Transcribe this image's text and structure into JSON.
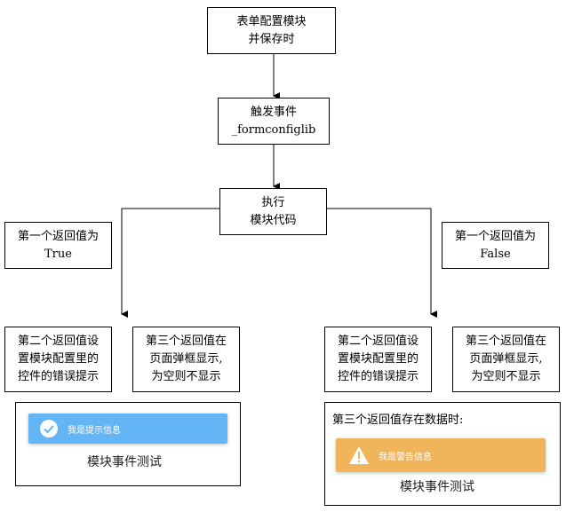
{
  "nodes": {
    "save": {
      "line1": "表单配置模块",
      "line2": "并保存时"
    },
    "trigger": {
      "line1": "触发事件",
      "line2": "_formconfiglib"
    },
    "execute": {
      "line1": "执行",
      "line2": "模块代码"
    },
    "ret_true": {
      "line1": "第一个返回值为",
      "line2": "True"
    },
    "ret_false": {
      "line1": "第一个返回值为",
      "line2": "False"
    },
    "left_second": {
      "line1": "第二个返回值设",
      "line2": "置模块配置里的",
      "line3": "控件的错误提示"
    },
    "left_third": {
      "line1": "第三个返回值在",
      "line2": "页面弹框显示,",
      "line3": "为空则不显示"
    },
    "right_second": {
      "line1": "第二个返回值设",
      "line2": "置模块配置里的",
      "line3": "控件的错误提示"
    },
    "right_third": {
      "line1": "第三个返回值在",
      "line2": "页面弹框显示,",
      "line3": "为空则不显示"
    }
  },
  "left_panel": {
    "toast_text": "我是提示信息",
    "toast_color": "#64b5f6",
    "toast_icon": "check-circle-icon",
    "caption": "模块事件测试"
  },
  "right_panel": {
    "header": "第三个返回值存在数据时:",
    "toast_text": "我是警告信息",
    "toast_color": "#f0b45a",
    "toast_icon": "warning-triangle-icon",
    "caption": "模块事件测试"
  }
}
